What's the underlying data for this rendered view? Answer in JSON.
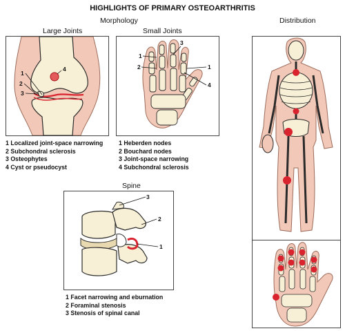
{
  "title": "HIGHLIGHTS OF PRIMARY OSTEOARTHRITIS",
  "sections": {
    "morphology": "Morphology",
    "distribution": "Distribution"
  },
  "large_joints": {
    "heading": "Large Joints",
    "callouts": [
      "1",
      "2",
      "3",
      "4"
    ],
    "legend": [
      "1 Localized joint-space narrowing",
      "2 Subchondral sclerosis",
      "3 Osteophytes",
      "4 Cyst or pseudocyst"
    ]
  },
  "small_joints": {
    "heading": "Small Joints",
    "callouts": [
      "1",
      "2",
      "3",
      "1",
      "4"
    ],
    "legend": [
      "1 Heberden nodes",
      "2 Bouchard nodes",
      "3 Joint-space narrowing",
      "4 Subchondral sclerosis"
    ]
  },
  "spine": {
    "heading": "Spine",
    "callouts": [
      "3",
      "2",
      "1"
    ],
    "legend": [
      "1 Facet narrowing and eburnation",
      "2 Foraminal stenosis",
      "3 Stenosis of spinal canal"
    ]
  },
  "colors": {
    "skin": "#f2c9b8",
    "bone": "#f7f0d6",
    "highlight": "#d9232e",
    "outline": "#2a2a2a"
  }
}
